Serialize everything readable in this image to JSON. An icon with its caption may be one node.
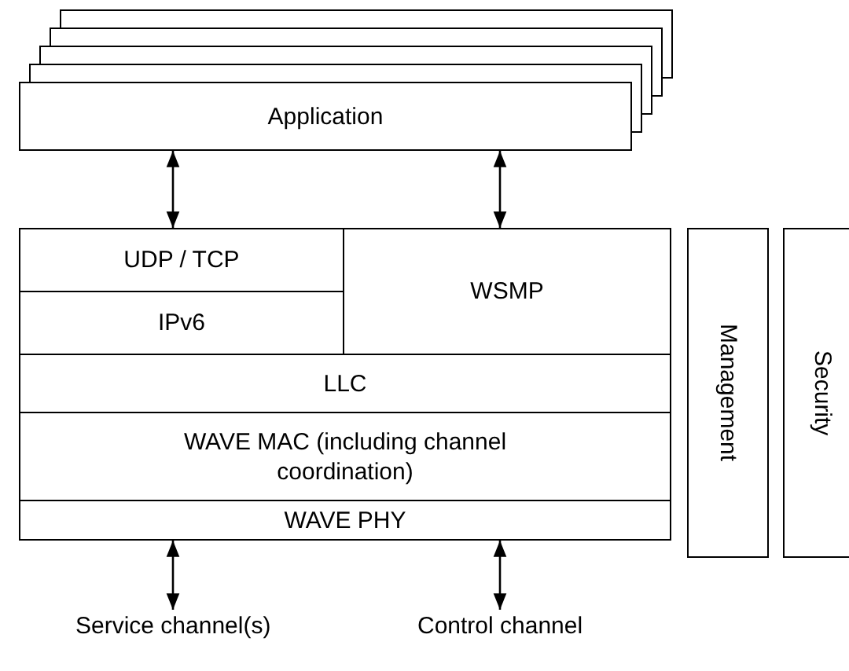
{
  "diagram": {
    "nodes": [
      {
        "text": [
          "Application"
        ]
      },
      {
        "text": [
          "UDP / TCP"
        ]
      },
      {
        "text": [
          "WSMP"
        ]
      },
      {
        "text": [
          "IPv6"
        ]
      },
      {
        "text": [
          "LLC"
        ]
      },
      {
        "text": [
          "WAVE MAC (including channel coordination)"
        ]
      },
      {
        "text": [
          "WAVE PHY"
        ]
      },
      {
        "text": [
          "Management"
        ]
      },
      {
        "text": [
          "Security"
        ]
      },
      {
        "text": [
          "Service channel(s)"
        ]
      },
      {
        "text": [
          "Control channel"
        ]
      }
    ],
    "edges": [
      {
        "from": 0,
        "to": 1,
        "arrow": "both"
      },
      {
        "from": 0,
        "to": 2,
        "arrow": "both"
      },
      {
        "from": 6,
        "to": 9,
        "arrow": "both"
      },
      {
        "from": 6,
        "to": 10,
        "arrow": "both"
      }
    ]
  }
}
